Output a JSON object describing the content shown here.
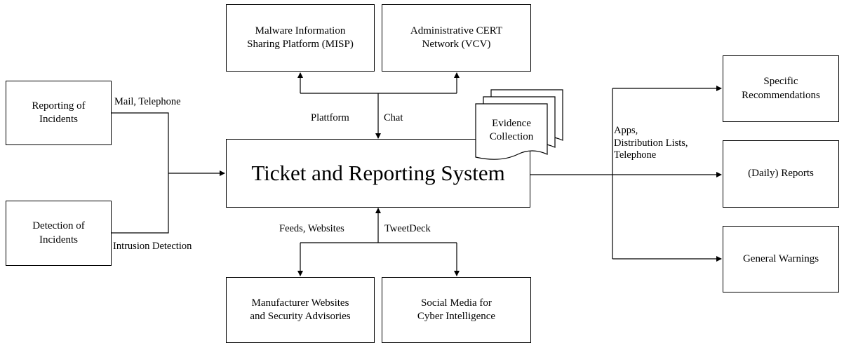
{
  "boxes": {
    "reporting": [
      "Reporting of",
      "Incidents"
    ],
    "detection": [
      "Detection of",
      "Incidents"
    ],
    "misp": [
      "Malware Information",
      "Sharing Platform (MISP)"
    ],
    "cert": [
      "Administrative CERT",
      "Network (VCV)"
    ],
    "main": "Ticket and Reporting System",
    "evidence": [
      "Evidence",
      "Collection"
    ],
    "manufacturer": [
      "Manufacturer Websites",
      "and Security Advisories"
    ],
    "social": [
      "Social Media for",
      "Cyber Intelligence"
    ],
    "specific": [
      "Specific",
      "Recommendations"
    ],
    "daily": "(Daily) Reports",
    "warnings": "General Warnings"
  },
  "edge_labels": {
    "mail": "Mail, Telephone",
    "intrusion": "Intrusion Detection",
    "plattform": "Plattform",
    "chat": "Chat",
    "feeds": "Feeds, Websites",
    "tweetdeck": "TweetDeck",
    "output_channels": [
      "Apps,",
      "Distribution Lists,",
      "Telephone"
    ]
  }
}
